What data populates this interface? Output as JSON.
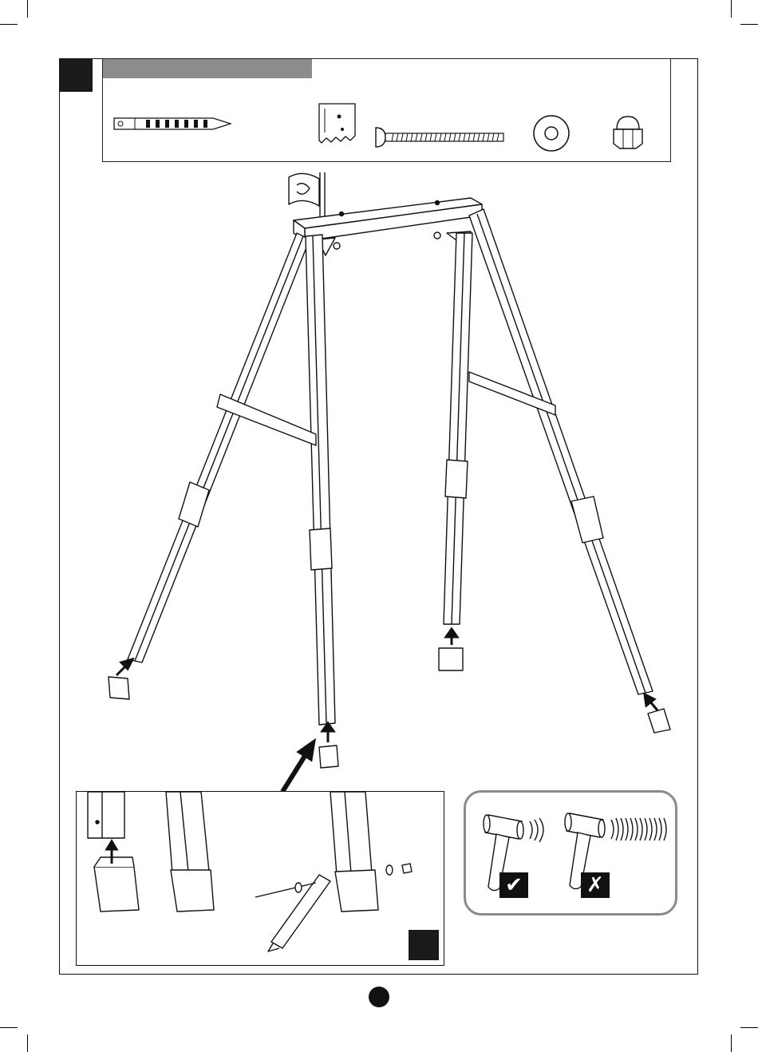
{
  "page": {
    "step_indicator": "",
    "page_number": ""
  },
  "parts_panel": {
    "header_text": "",
    "items": [
      {
        "name": "ground-stake"
      },
      {
        "name": "stake-plate"
      },
      {
        "name": "bolt"
      },
      {
        "name": "washer"
      },
      {
        "name": "cap-nut"
      }
    ]
  },
  "assembly": {
    "subject": "swing-frame",
    "foot_caps": 4
  },
  "hammer_guide": {
    "correct_symbol": "✔",
    "wrong_symbol": "✗"
  },
  "colors": {
    "line": "#111111",
    "header_bar": "#8c8c8c",
    "panel_border": "#8a8a8a"
  }
}
